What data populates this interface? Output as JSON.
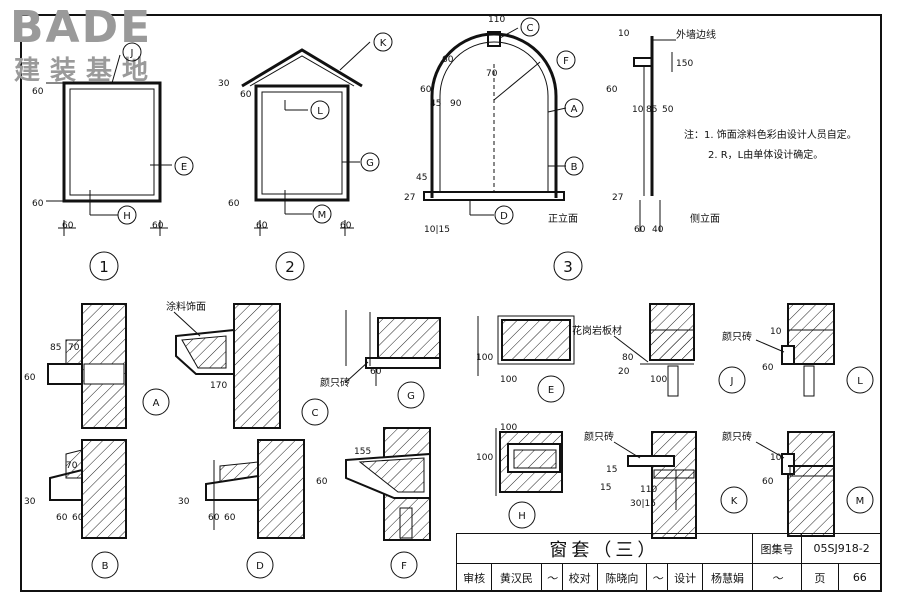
{
  "watermark": {
    "brand": "BADE",
    "subtitle": "建装基地"
  },
  "notes": {
    "line1": "注：1. 饰面涂料色彩由设计人员自定。",
    "line2": "2. R，L由单体设计确定。"
  },
  "labels": {
    "front_elevation": "正立面",
    "side_elevation": "侧立面",
    "outer_wall_line": "外墙边线",
    "paint_finish": "涂料饰面",
    "brick_a": "颜只砖",
    "brick_b": "颜只砖",
    "brick_c": "颜只砖",
    "brick_d": "颜只砖",
    "granite_slab": "花岗岩板材"
  },
  "view_numbers": [
    "1",
    "2",
    "3"
  ],
  "section_letters": [
    "A",
    "B",
    "C",
    "D",
    "E",
    "F",
    "G",
    "H",
    "J",
    "K",
    "L",
    "M"
  ],
  "title_block": {
    "drawing_title": "窗套（三）",
    "atlas_label": "图集号",
    "atlas_no": "05SJ918-2",
    "review_label": "审核",
    "reviewer": "黄汉民",
    "check_label": "校对",
    "checker": "陈晓向",
    "design_label": "设计",
    "designer": "杨慧娟",
    "page_label": "页",
    "page_no": "66"
  },
  "dims": {
    "d60": "60",
    "d70": "70",
    "d85": "85",
    "d100": "100",
    "d110": "110",
    "d155": "155",
    "d170": "170",
    "d30": "30",
    "d15": "15",
    "d20": "20",
    "d40": "40",
    "d45": "45",
    "d50": "50",
    "d90": "90",
    "d10": "10",
    "d27": "27",
    "d80": "80",
    "d150": "150",
    "d1015": "10|15",
    "d3015": "30|15"
  }
}
